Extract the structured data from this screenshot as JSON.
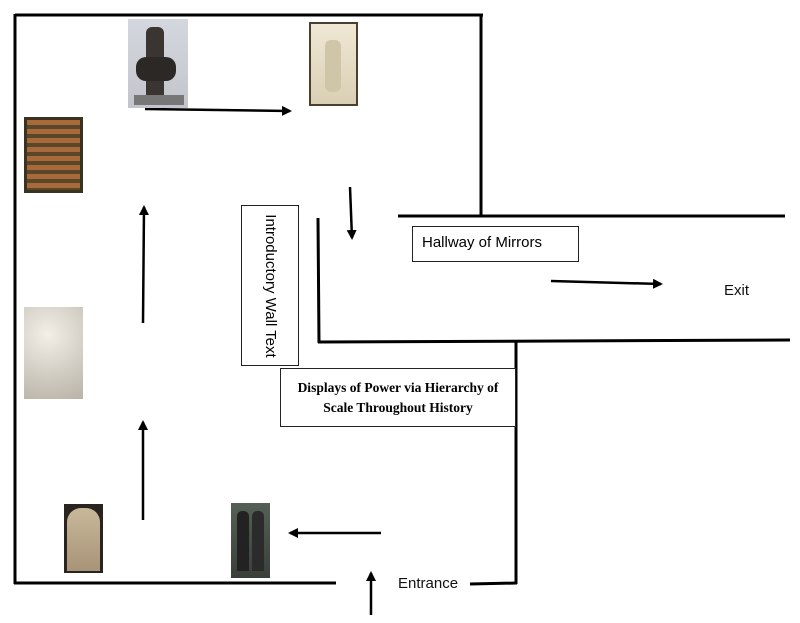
{
  "diagram": {
    "title": "Displays of Power via Hierarchy of Scale Throughout History",
    "intro_wall": "Introductory Wall Text",
    "hallway": "Hallway of Mirrors",
    "entrance": "Entrance",
    "exit": "Exit",
    "artworks": [
      "equestrian-statue",
      "ivory-panel",
      "mosaic-panel",
      "relief-carving",
      "stele",
      "egyptian-statue-pair"
    ]
  }
}
